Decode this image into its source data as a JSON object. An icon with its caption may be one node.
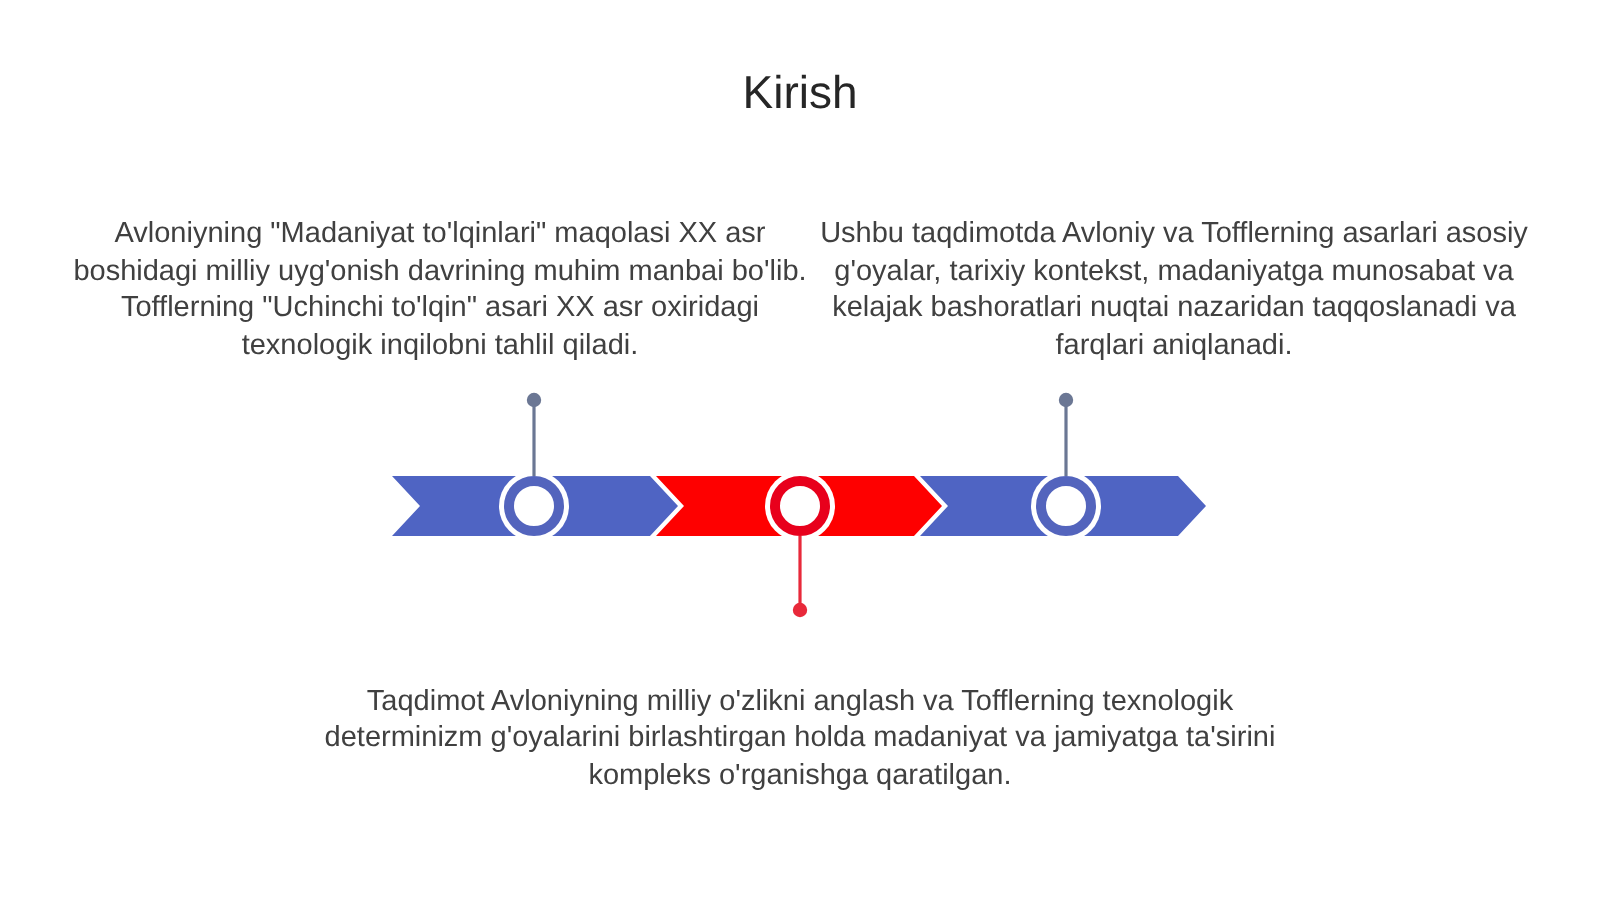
{
  "diagram": {
    "title": "Kirish",
    "nodes": [
      {
        "text": [
          "Avloniyning \"Madaniyat to'lqinlari\" maqolasi XX asr boshidagi milliy uyg'onish davrining muhim manbai bo'lib. Tofflerning \"Uchinchi to'lqin\" asari XX asr oxiridagi texnologik inqilobni tahlil qiladi."
        ]
      },
      {
        "text": [
          "Ushbu taqdimotda Avloniy va Tofflerning asarlari asosiy g'oyalar, tarixiy kontekst, madaniyatga munosabat va kelajak bashoratlari nuqtai nazaridan taqqoslanadi va farqlari aniqlanadi."
        ]
      },
      {
        "text": [],
        "shape": "chevron"
      },
      {
        "text": [],
        "shape": "chevron"
      },
      {
        "text": [],
        "shape": "chevron"
      },
      {
        "text": [],
        "shape": "circle",
        "in": 2
      },
      {
        "text": [],
        "shape": "circle",
        "in": 3
      },
      {
        "text": [],
        "shape": "circle",
        "in": 4
      },
      {
        "text": [
          "Taqdimot Avloniyning milliy o'zlikni anglash va Tofflerning texnologik determinizm g'oyalarini birlashtirgan holda madaniyat va jamiyatga ta'sirini kompleks o'rganishga qaratilgan."
        ]
      }
    ],
    "edges": [
      {
        "from": 5,
        "to": 0,
        "arrow": "other"
      },
      {
        "from": 6,
        "to": 8,
        "arrow": "other",
        "color": "#e8293a"
      },
      {
        "from": 7,
        "to": 1,
        "arrow": "other"
      }
    ]
  }
}
